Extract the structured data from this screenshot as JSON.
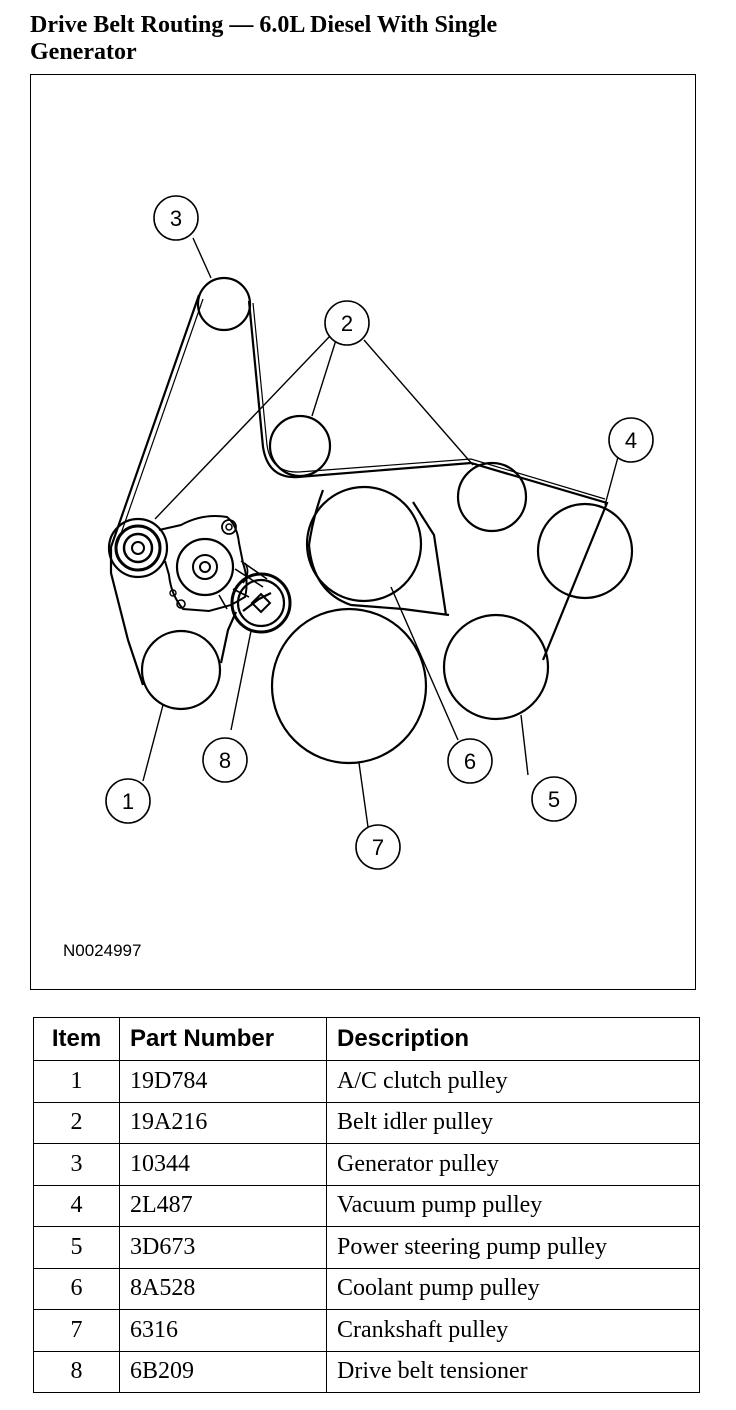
{
  "title": {
    "line1": "Drive Belt Routing — 6.0L Diesel With Single",
    "line2": "Generator"
  },
  "figure_id": "N0024997",
  "callouts": [
    "1",
    "2",
    "3",
    "4",
    "5",
    "6",
    "7",
    "8"
  ],
  "table": {
    "headers": [
      "Item",
      "Part Number",
      "Description"
    ],
    "rows": [
      {
        "item": "1",
        "part_number": "19D784",
        "description": "A/C clutch pulley"
      },
      {
        "item": "2",
        "part_number": "19A216",
        "description": "Belt idler pulley"
      },
      {
        "item": "3",
        "part_number": "10344",
        "description": "Generator pulley"
      },
      {
        "item": "4",
        "part_number": "2L487",
        "description": "Vacuum pump pulley"
      },
      {
        "item": "5",
        "part_number": "3D673",
        "description": "Power steering pump pulley"
      },
      {
        "item": "6",
        "part_number": "8A528",
        "description": "Coolant pump pulley"
      },
      {
        "item": "7",
        "part_number": "6316",
        "description": "Crankshaft pulley"
      },
      {
        "item": "8",
        "part_number": "6B209",
        "description": "Drive belt tensioner"
      }
    ]
  }
}
